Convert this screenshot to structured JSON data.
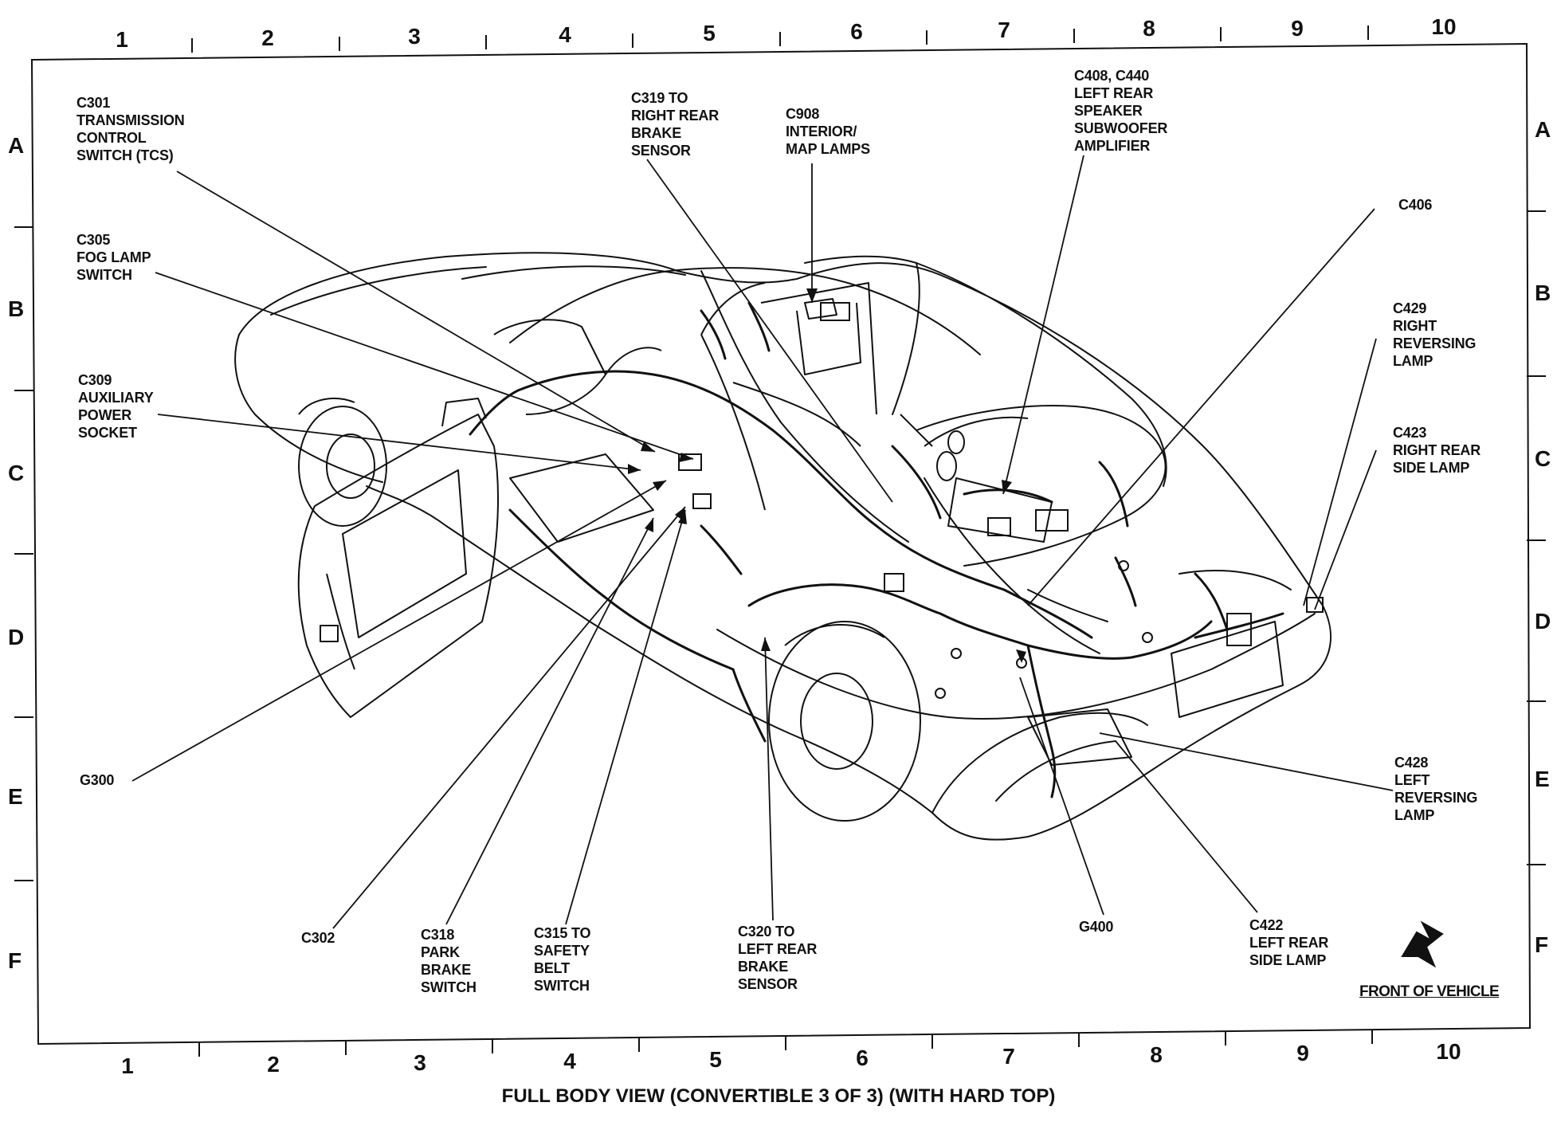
{
  "title": "FULL BODY VIEW (CONVERTIBLE 3 OF 3) (WITH HARD TOP)",
  "grid": {
    "columns": [
      "1",
      "2",
      "3",
      "4",
      "5",
      "6",
      "7",
      "8",
      "9",
      "10"
    ],
    "rows": [
      "A",
      "B",
      "C",
      "D",
      "E",
      "F"
    ]
  },
  "front_of_vehicle": "FRONT OF VEHICLE",
  "callouts": {
    "c301": "C301\nTRANSMISSION\nCONTROL\nSWITCH (TCS)",
    "c305": "C305\nFOG LAMP\nSWITCH",
    "c309": "C309\nAUXILIARY\nPOWER\nSOCKET",
    "g300": "G300",
    "c302": "C302",
    "c318": "C318\nPARK\nBRAKE\nSWITCH",
    "c315": "C315 TO\nSAFETY\nBELT\nSWITCH",
    "c320": "C320 TO\nLEFT REAR\nBRAKE\nSENSOR",
    "c319": "C319 TO\nRIGHT REAR\nBRAKE\nSENSOR",
    "c908": "C908\nINTERIOR/\nMAP LAMPS",
    "c408": "C408, C440\nLEFT REAR\nSPEAKER\nSUBWOOFER\nAMPLIFIER",
    "c406": "C406",
    "c429": "C429\nRIGHT\nREVERSING\nLAMP",
    "c423": "C423\nRIGHT REAR\nSIDE LAMP",
    "c428": "C428\nLEFT\nREVERSING\nLAMP",
    "g400": "G400",
    "c422": "C422\nLEFT REAR\nSIDE LAMP"
  }
}
